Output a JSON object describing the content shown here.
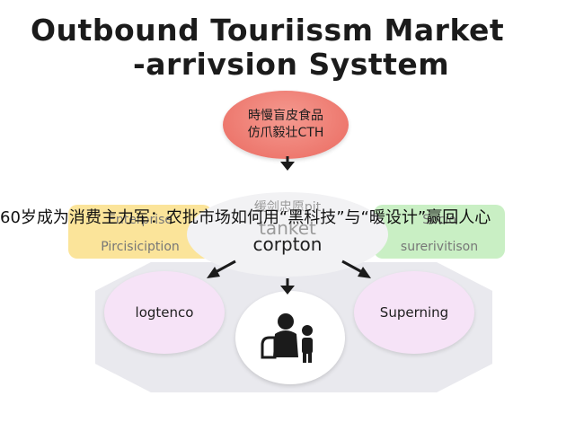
{
  "title": {
    "line1": "Outbound Touriissm Market",
    "line2": "-arrivsion Systtem"
  },
  "top_node": {
    "line1": "時慢盲皮食品",
    "line2": "仿爪毅壮CTH"
  },
  "center_node": {
    "line1": "缓剑忠愿pit",
    "line2": "tanket",
    "line3": "corpton"
  },
  "left_box": {
    "line1": "Enterprise",
    "line2": "Pircisiciption"
  },
  "right_box": {
    "line1": "Socio",
    "line2": "surerivitison"
  },
  "left_node": {
    "label": "logtenco"
  },
  "right_node": {
    "label": "Superning"
  },
  "overlay_banner": {
    "text": "60岁成为消费主力军：农批市场如何用“黑科技”与“暖设计”赢回人心"
  },
  "colors": {
    "top_node": "#ea6a60",
    "left_box": "#fbe49a",
    "right_box": "#c9efc4",
    "side_nodes": "#f6e3f7",
    "hex_background": "#e9e9ee",
    "arrow": "#1b1b1b"
  },
  "icons": [
    "arrow-down-icon",
    "arrow-left-down-icon",
    "arrow-right-down-icon",
    "people-icon"
  ]
}
